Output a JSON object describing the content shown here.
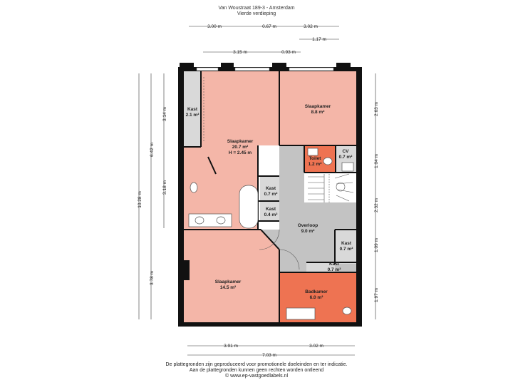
{
  "header": {
    "address": "Van Woustraat 189-3 - Amsterdam",
    "floor": "Vierde verdieping"
  },
  "rooms": [
    {
      "name": "Kast",
      "area": "2.1 m²"
    },
    {
      "name": "Slaapkamer",
      "area": "20.7 m²",
      "height": "H = 2.45 m"
    },
    {
      "name": "Slaapkamer",
      "area": "8.8 m²"
    },
    {
      "name": "Toilet",
      "area": "1.2 m²"
    },
    {
      "name": "CV",
      "area": "0.7 m²"
    },
    {
      "name": "Kast",
      "area": "0.7 m²"
    },
    {
      "name": "Kast",
      "area": "0.4 m²"
    },
    {
      "name": "Overloop",
      "area": "9.0 m²"
    },
    {
      "name": "Kast",
      "area": "0.7 m²"
    },
    {
      "name": "Kast",
      "area": "0.7 m²"
    },
    {
      "name": "Slaapkamer",
      "area": "14.5 m²"
    },
    {
      "name": "Badkamer",
      "area": "6.0 m²"
    }
  ],
  "dimensions": {
    "top_row1": [
      "3.00 m",
      "0.67 m",
      "3.02 m"
    ],
    "top_row2": "1.17 m",
    "top_row3": [
      "3.15 m",
      "0.93 m"
    ],
    "left_outer": "10.28 m",
    "left_mid": [
      "6.42 m",
      "3.78 m"
    ],
    "left_inner": [
      "3.14 m",
      "3.18 m"
    ],
    "right": [
      "2.63 m",
      "1.04 m",
      "2.32 m",
      "1.09 m",
      "1.97 m"
    ],
    "bottom_row1": [
      "3.91 m",
      "3.02 m"
    ],
    "bottom_row2": "7.03 m"
  },
  "footer": {
    "line1": "De plattegronden zijn geproduceerd voor promotionele doeleinden en ter indicatie.",
    "line2": "Aan de plattegronden kunnen geen rechten worden ontleend",
    "line3": "© www.ep-vastgoedlabels.nl"
  },
  "colors": {
    "bedroom": "#f4b6a8",
    "wet_room": "#ee7352",
    "hall": "#c3c3c3",
    "storage": "#d9d9d9",
    "wall": "#111111"
  }
}
